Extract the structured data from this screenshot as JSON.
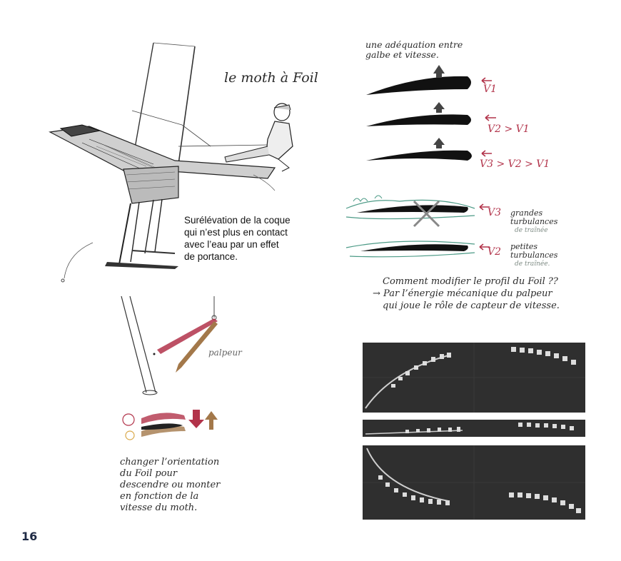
{
  "page": {
    "number": "16",
    "title_hand": "le moth à Foil",
    "caption": [
      "Surélévation de la coque",
      "qui n’est plus en contact",
      "avec l’eau par un effet",
      "de portance."
    ]
  },
  "foil_notes": {
    "top_note": [
      "une adéquation entre",
      "galbe et vitesse."
    ],
    "v1": "V1",
    "v2_gt_v1": "V2 > V1",
    "v3_gt_v2_gt_v1": "V3 > V2 > V1",
    "v3": "V3",
    "v2": "V2",
    "big_turb": [
      "grandes",
      "turbulances",
      "de traînée"
    ],
    "small_turb": [
      "petites",
      "turbulances",
      "de traînée."
    ],
    "question": [
      "Comment modifier le profil du Foil ??",
      "→ Par l’énergie mécanique du palpeur",
      "qui joue le rôle de capteur de vitesse."
    ]
  },
  "palpeur": {
    "label": "palpeur",
    "note": [
      "changer l’orientation",
      "du Foil pour",
      "descendre ou monter",
      "en fonction de la",
      "vitesse du moth."
    ]
  },
  "colors": {
    "red": "#b2334a",
    "brown": "#a3784a",
    "green": "#4c9a86",
    "dark_panel": "#2f2f2f"
  }
}
